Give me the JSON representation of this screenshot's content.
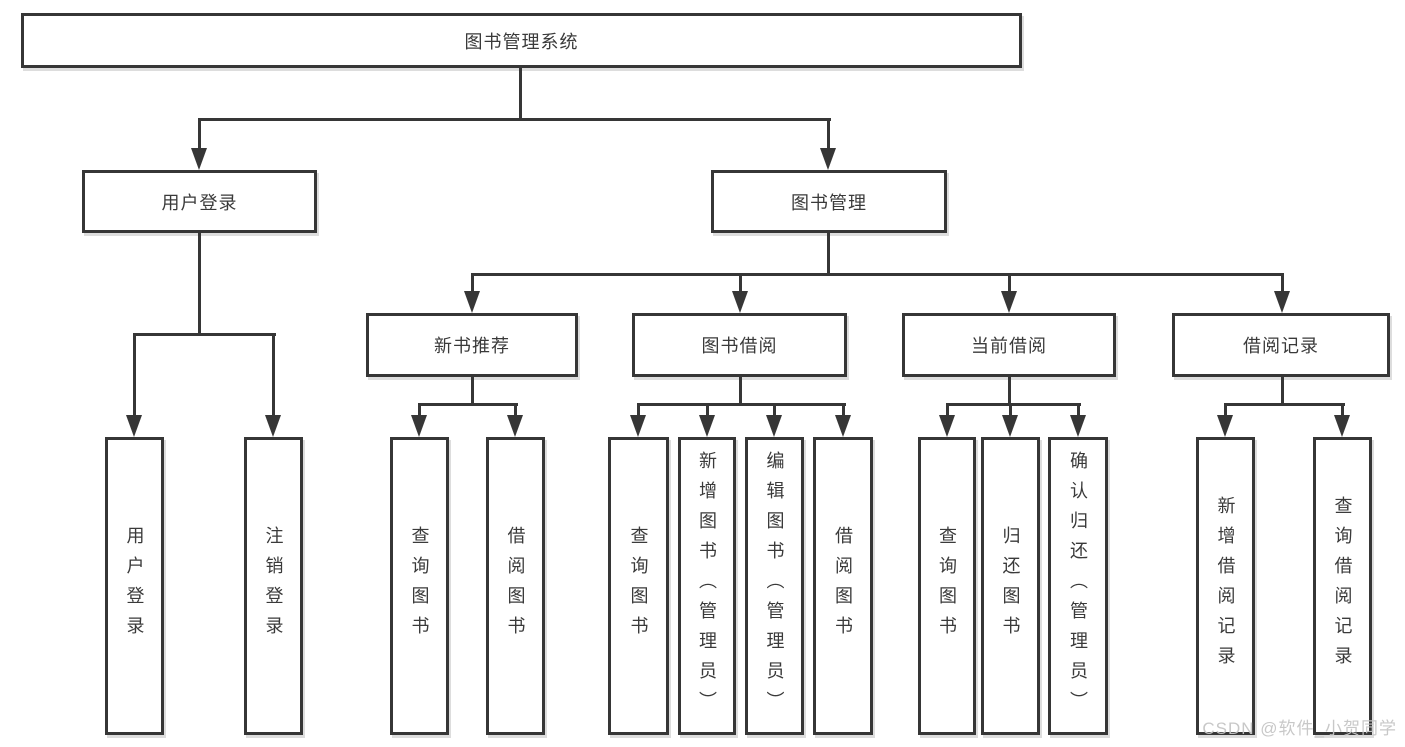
{
  "diagram": {
    "type": "tree",
    "root": "图书管理系统",
    "children": [
      {
        "label": "用户登录",
        "children": [
          {
            "label": "用户登录"
          },
          {
            "label": "注销登录"
          }
        ]
      },
      {
        "label": "图书管理",
        "children": [
          {
            "label": "新书推荐",
            "children": [
              {
                "label": "查询图书"
              },
              {
                "label": "借阅图书"
              }
            ]
          },
          {
            "label": "图书借阅",
            "children": [
              {
                "label": "查询图书"
              },
              {
                "label": "新增图书（管理员）"
              },
              {
                "label": "编辑图书（管理员）"
              },
              {
                "label": "借阅图书"
              }
            ]
          },
          {
            "label": "当前借阅",
            "children": [
              {
                "label": "查询图书"
              },
              {
                "label": "归还图书"
              },
              {
                "label": "确认归还（管理员）"
              }
            ]
          },
          {
            "label": "借阅记录",
            "children": [
              {
                "label": "新增借阅记录"
              },
              {
                "label": "查询借阅记录"
              }
            ]
          }
        ]
      }
    ]
  },
  "watermark": {
    "text": "CSDN @软件_小贺同学"
  },
  "colors": {
    "line": "#363636",
    "box_border": "#363636",
    "text": "#3a3a3a",
    "background": "#ffffff",
    "watermark": "#c5c5c5"
  }
}
